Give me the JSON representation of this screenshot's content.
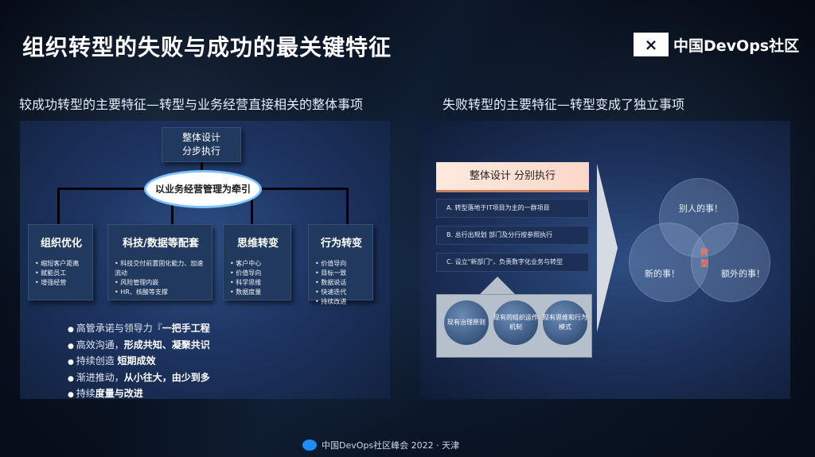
{
  "header": {
    "title": "组织转型的失败与成功的最关键特征",
    "logo_mark": "⨯",
    "logo_text": "中国DevOps社区"
  },
  "left": {
    "subtitle": "较成功转型的主要特征—转型与业务经营直接相关的整体事项",
    "top_box": [
      "整体设计",
      "分步执行"
    ],
    "oval": "以业务经营管理为牵引",
    "cards": [
      {
        "title": "组织优化",
        "items": [
          "缩短客户距离",
          "赋能员工",
          "增强经营"
        ]
      },
      {
        "title": "科技/数据等配套",
        "items": [
          "科技交付前置固化能力、加速流动",
          "风险管理内嵌",
          "HR、核酸等支撑"
        ]
      },
      {
        "title": "思维转变",
        "items": [
          "客户中心",
          "价值导向",
          "科学思维",
          "数据度量"
        ]
      },
      {
        "title": "行为转变",
        "items": [
          "价值导向",
          "目标一致",
          "数据说话",
          "快速迭代",
          "持续改进"
        ]
      }
    ],
    "bullets": [
      {
        "pre": "高管承诺与领导力『",
        "bold": "一把手工程"
      },
      {
        "pre": "高效沟通，",
        "bold": "形成共知、凝聚共识"
      },
      {
        "pre": "持续创造 ",
        "bold": "短期成效"
      },
      {
        "pre": "渐进推动，",
        "bold": "从小往大，由少到多"
      },
      {
        "pre": "持续",
        "bold": "度量与改进"
      }
    ]
  },
  "right": {
    "subtitle": "失败转型的主要特征—转型变成了独立事项",
    "head": "整体设计  分别执行",
    "rows": [
      "A. 转型落地于IT项目为主的一群项目",
      "B. 总行出规划 部门及分行按参照执行",
      "C. 设立\"新部门\"，负责数字化业务与转型"
    ],
    "foundation": [
      "现有治理原则",
      "现有的组织运作机制",
      "现有思维和行为模式"
    ],
    "venn": {
      "top": "别人的事！",
      "left": "新的事！",
      "right": "额外的事！",
      "center": "转型"
    }
  },
  "footer": {
    "text": "中国DevOps社区峰会 2022 · 天津"
  }
}
